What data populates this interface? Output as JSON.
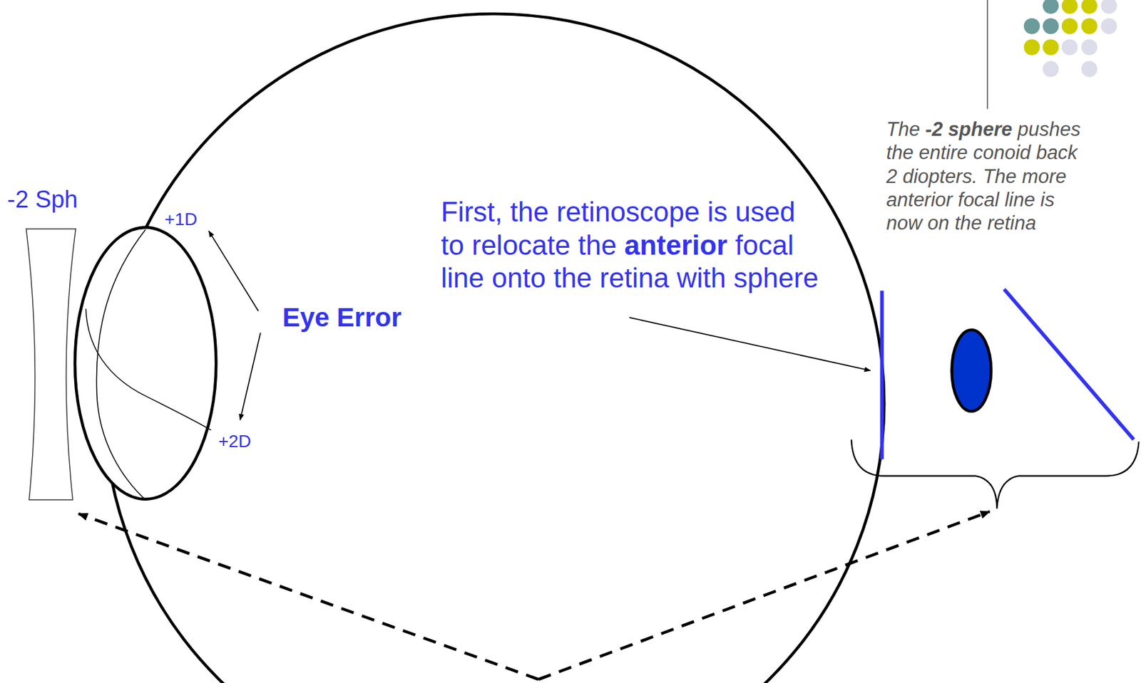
{
  "diagram": {
    "labels": [
      "-2 Sph",
      "+1D",
      "+2D",
      "Eye Error",
      "First, the retinoscope is used to relocate the anterior focal line onto the retina with sphere",
      "The -2 sphere pushes the entire conoid back 2 diopters. The more anterior focal line is now on the retina"
    ]
  }
}
